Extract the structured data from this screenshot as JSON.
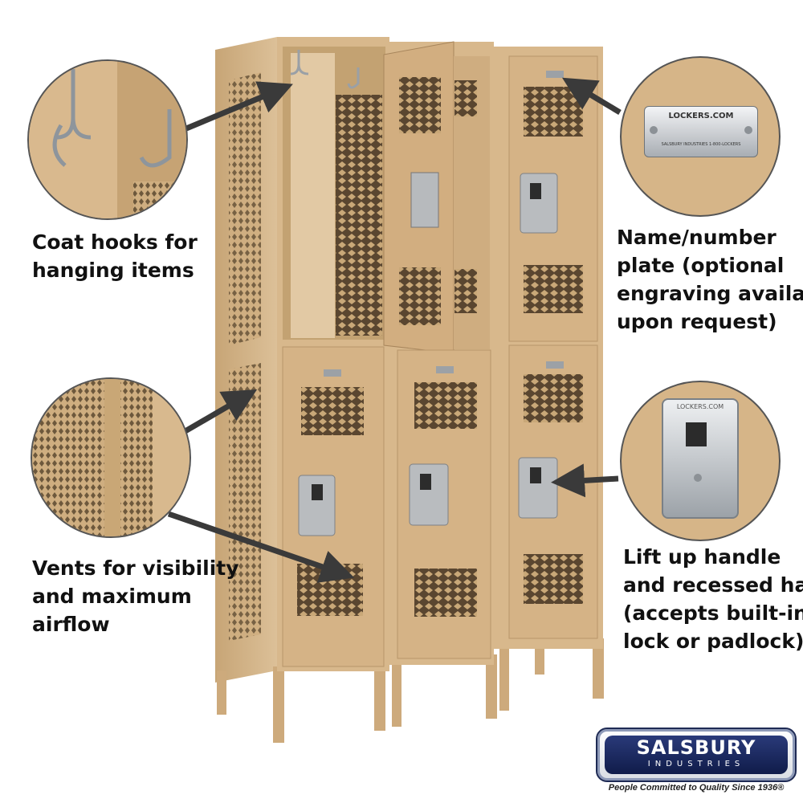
{
  "captions": {
    "coat_hooks": [
      "Coat hooks for",
      "hanging items"
    ],
    "name_plate": [
      "Name/number",
      "plate (optional",
      "engraving available",
      "upon request)"
    ],
    "vents": [
      "Vents for visibility",
      "and maximum",
      "airflow"
    ],
    "handle": [
      "Lift up handle",
      "and recessed hasp",
      "(accepts built-in",
      "lock or padlock)"
    ]
  },
  "nameplate_zoom": {
    "line1": "LOCKERS.COM",
    "line2": "SALSBURY INDUSTRIES   1-800-LOCKERS"
  },
  "handle_zoom": {
    "brand": "LOCKERS.COM"
  },
  "logo": {
    "name": "SALSBURY",
    "sub": "INDUSTRIES",
    "tagline": "People Committed to Quality Since 1936®"
  },
  "colors": {
    "locker_tan": "#d8b88c",
    "locker_shadow": "#b8966a",
    "vent_dark": "#4a3a2a",
    "arrow": "#3a3a3a",
    "logo_navy": "#1e2a54"
  },
  "icons": [
    "arrow-icon",
    "coat-hook-icon",
    "handle-icon",
    "vent-icon"
  ]
}
